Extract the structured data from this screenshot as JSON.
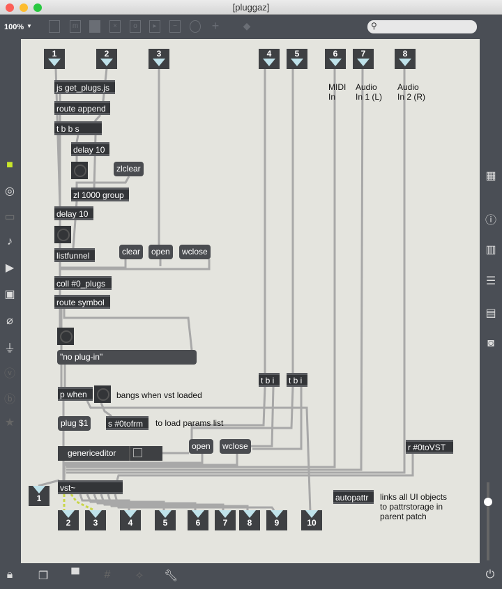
{
  "window": {
    "title": "[pluggaz]"
  },
  "toolbar": {
    "zoom": "100%",
    "search_placeholder": ""
  },
  "inlets": [
    "1",
    "2",
    "3",
    "4",
    "5",
    "6",
    "7",
    "8"
  ],
  "outlets": [
    "1",
    "2",
    "3",
    "4",
    "5",
    "6",
    "7",
    "8",
    "9",
    "10"
  ],
  "comments": {
    "midi": "MIDI\nIn",
    "audio1": "Audio\nIn 1 (L)",
    "audio2": "Audio\nIn 2 (R)",
    "bangs": "bangs when vst loaded",
    "params": "to load params list",
    "autopattr": "links all UI objects\nto pattrstorage in\nparent patch"
  },
  "objects": {
    "js": "js get_plugs.js",
    "route_append": "route append",
    "tbbs": "t b b s",
    "delay1": "delay 10",
    "zl": "zl 1000 group",
    "delay2": "delay 10",
    "listfunnel": "listfunnel",
    "coll": "coll #0_plugs",
    "route_symbol": "route symbol",
    "tbi1": "t b i",
    "tbi2": "t b i",
    "pwhen": "p when",
    "send": "s #0tofrm",
    "genericeditor": "genericeditor",
    "receive": "r #0toVST",
    "vst": "vst~",
    "autopattr": "autopattr"
  },
  "messages": {
    "zlclear": "zlclear",
    "clear": "clear",
    "open1": "open",
    "wclose1": "wclose",
    "noplugin": "\"no plug-in\"",
    "plug": "plug $1",
    "open2": "open",
    "wclose2": "wclose"
  }
}
